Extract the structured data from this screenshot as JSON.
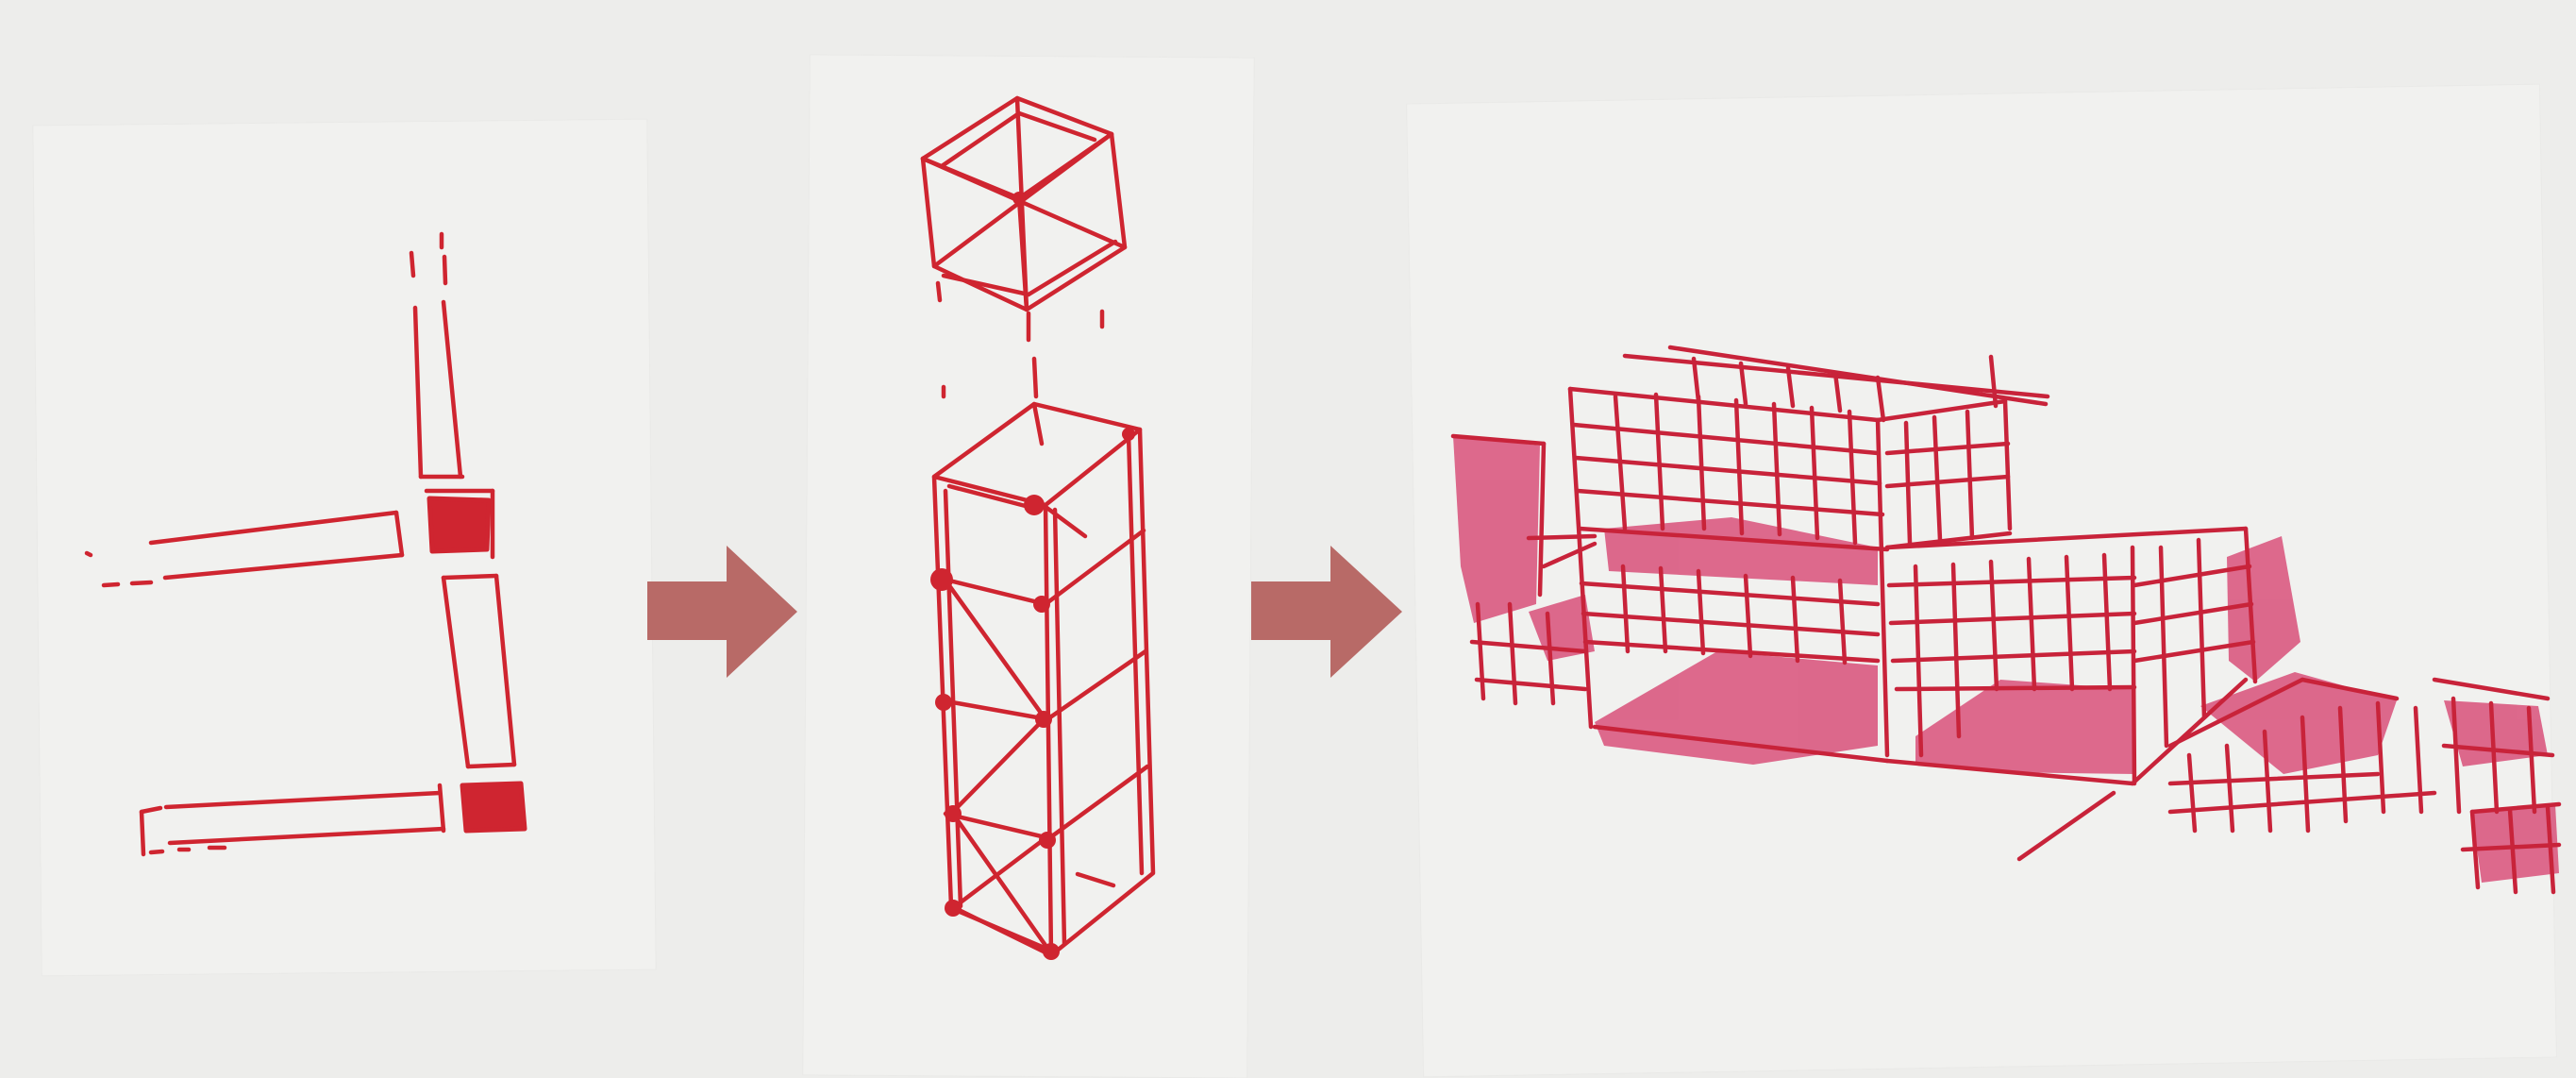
{
  "figure": {
    "panels": [
      {
        "id": "plan-joint-sketch",
        "icon": "plan-sketch"
      },
      {
        "id": "column-assembly-sketch",
        "icon": "column-sketch"
      },
      {
        "id": "modular-structure-sketch",
        "icon": "perspective-sketch"
      }
    ],
    "arrows": [
      {
        "id": "arrow-1",
        "icon": "right-arrow-icon"
      },
      {
        "id": "arrow-2",
        "icon": "right-arrow-icon"
      }
    ]
  },
  "colors": {
    "background": "#ededeb",
    "paper": "#f1f1ef",
    "ink": "#cf2530",
    "fill_pink": "#d9517a",
    "arrow": "#b86a67"
  }
}
